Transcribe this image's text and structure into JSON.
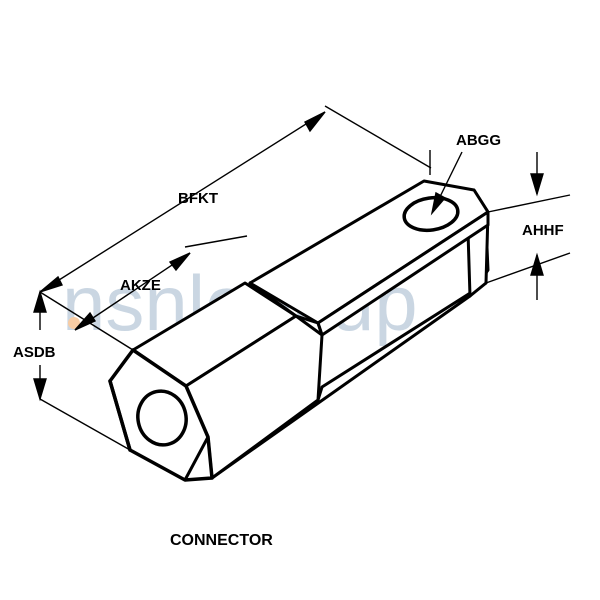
{
  "watermark": {
    "prefix": "n",
    "accent": ".",
    "suffix": "nsnlookup",
    "color": "#9fb6cc",
    "accent_color": "#f2a45a"
  },
  "dimensions": {
    "length_overall": "BFKT",
    "slot_length": "AKZE",
    "hole_diameter": "ABGG",
    "fork_thickness": "AHHF",
    "hex_width": "ASDB"
  },
  "caption": "CONNECTOR"
}
